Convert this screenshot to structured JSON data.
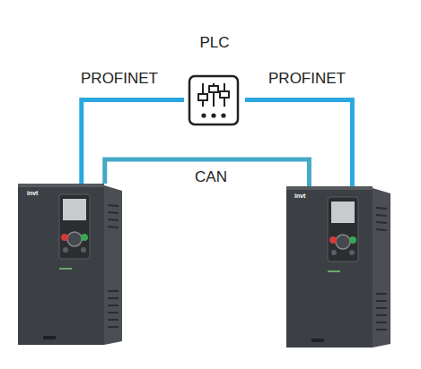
{
  "diagram": {
    "nodes": [
      {
        "text": [
          "PLC"
        ]
      },
      {
        "text": [
          "invt"
        ]
      },
      {
        "text": [
          "invt"
        ]
      }
    ],
    "edges": [
      {
        "from": 0,
        "to": 1,
        "arrow": "none",
        "label": "PROFINET"
      },
      {
        "from": 0,
        "to": 2,
        "arrow": "none",
        "label": "PROFINET"
      },
      {
        "from": 1,
        "to": 2,
        "arrow": "none",
        "label": "CAN"
      }
    ]
  }
}
